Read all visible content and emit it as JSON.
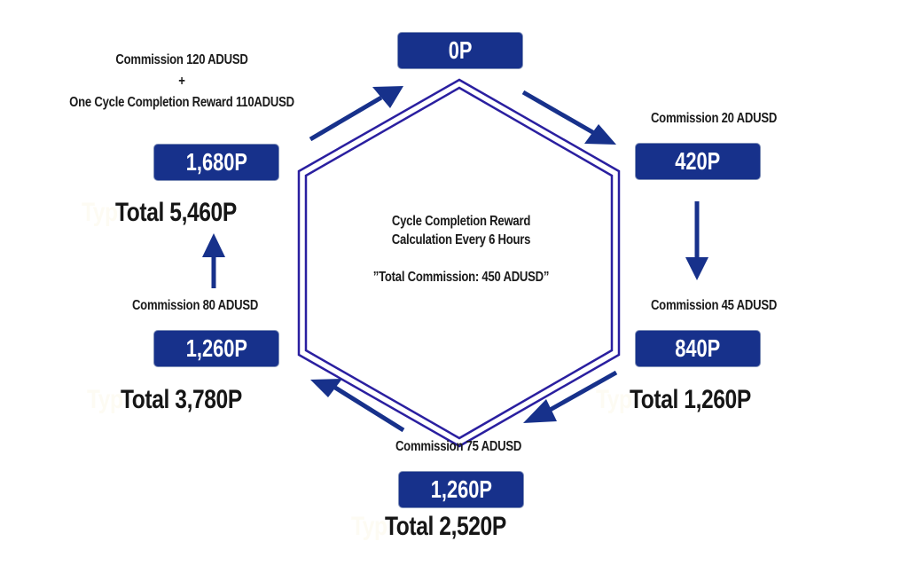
{
  "colors": {
    "box_fill": "#17318b",
    "arrow": "#17318b",
    "hexagon_stroke": "#2a1fa0",
    "text": "#1a1a1a"
  },
  "center": {
    "line1": "Cycle Completion Reward",
    "line2": "Calculation Every 6 Hours",
    "line3": "”Total Commission: 450 ADUSD”"
  },
  "nodes": {
    "top": {
      "points": "0P"
    },
    "right_top": {
      "commission": "Commission 20 ADUSD",
      "points": "420P"
    },
    "right_bottom": {
      "commission": "Commission 45 ADUSD",
      "points": "840P",
      "ghost": "Typ",
      "total": "Total 1,260P"
    },
    "bottom": {
      "commission": "Commission 75 ADUSD",
      "points": "1,260P",
      "ghost": "Typ",
      "total": "Total 2,520P"
    },
    "left_bottom": {
      "commission": "Commission 80 ADUSD",
      "points": "1,260P",
      "ghost": "Typ",
      "total": "Total 3,780P"
    },
    "left_top": {
      "commission_line1": "Commission 120 ADUSD",
      "plus": "+",
      "commission_line2": "One Cycle Completion Reward 110ADUSD",
      "points": "1,680P",
      "ghost": "Typ",
      "total": "Total 5,460P"
    }
  },
  "arrows": [
    {
      "name": "arrow-to-top",
      "direction": "up-right"
    },
    {
      "name": "arrow-top-to-right",
      "direction": "down-right"
    },
    {
      "name": "arrow-right-down",
      "direction": "down"
    },
    {
      "name": "arrow-right-to-bottom",
      "direction": "down-left"
    },
    {
      "name": "arrow-bottom-to-left",
      "direction": "up-left"
    },
    {
      "name": "arrow-left-up",
      "direction": "up"
    }
  ]
}
